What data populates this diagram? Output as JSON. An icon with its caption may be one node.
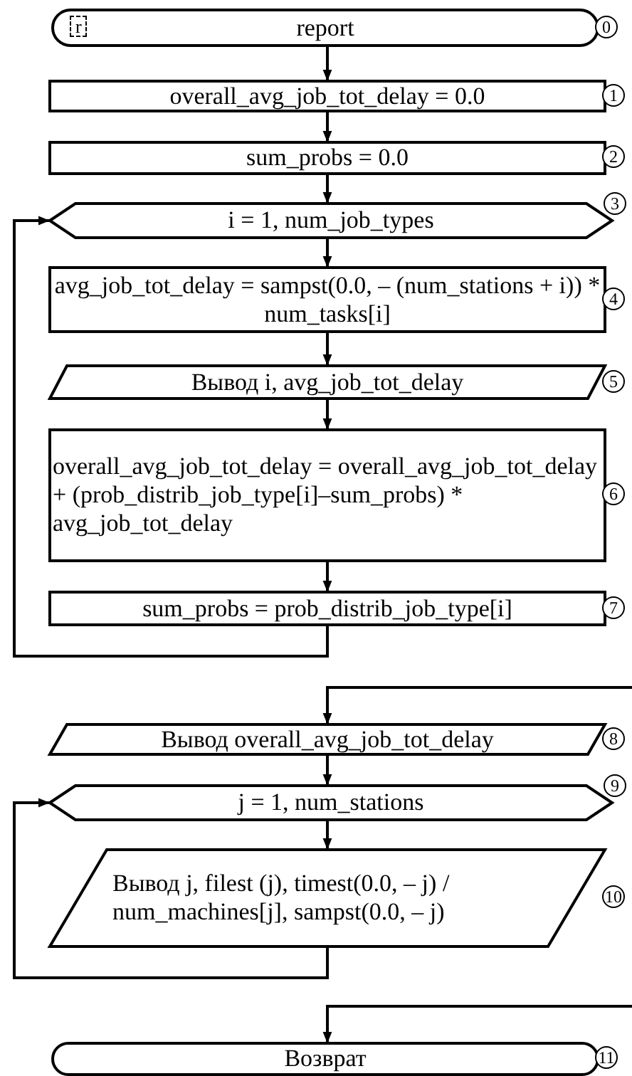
{
  "diagram": {
    "nodes": [
      {
        "text": [
          "r",
          "report"
        ],
        "beside": [
          "0"
        ]
      },
      {
        "text": [
          "overall_avg_job_tot_delay = 0.0"
        ],
        "beside": [
          "1"
        ]
      },
      {
        "text": [
          "sum_probs = 0.0"
        ],
        "beside": [
          "2"
        ]
      },
      {
        "text": [
          "i = 1, num_job_types"
        ],
        "beside": [
          "3"
        ]
      },
      {
        "text": [
          "avg_job_tot_delay = sampst(0.0, – (num_stations + i)) * num_tasks[i]"
        ],
        "beside": [
          "4"
        ]
      },
      {
        "text": [
          "Вывод i, avg_job_tot_delay"
        ],
        "beside": [
          "5"
        ]
      },
      {
        "text": [
          "overall_avg_job_tot_delay = overall_avg_job_tot_delay + (prob_distrib_job_type[i]–sum_probs) * avg_job_tot_delay"
        ],
        "beside": [
          "6"
        ]
      },
      {
        "text": [
          "sum_probs = prob_distrib_job_type[i]"
        ],
        "beside": [
          "7"
        ]
      },
      {
        "text": [
          "Вывод overall_avg_job_tot_delay"
        ],
        "beside": [
          "8"
        ]
      },
      {
        "text": [
          "j = 1, num_stations"
        ],
        "beside": [
          "9"
        ]
      },
      {
        "text": [
          "Вывод j, filest (j), timest(0.0, – j) / num_machines[j], sampst(0.0, – j)"
        ],
        "beside": [
          "10"
        ]
      },
      {
        "text": [
          "Возврат"
        ],
        "beside": [
          "11"
        ]
      }
    ],
    "edges": [
      {
        "from": 0,
        "to": 1,
        "arrow": "to"
      },
      {
        "from": 1,
        "to": 2,
        "arrow": "to"
      },
      {
        "from": 2,
        "to": 3,
        "arrow": "to"
      },
      {
        "from": 3,
        "to": 4,
        "arrow": "to"
      },
      {
        "from": 4,
        "to": 5,
        "arrow": "to"
      },
      {
        "from": 5,
        "to": 6,
        "arrow": "to"
      },
      {
        "from": 6,
        "to": 7,
        "arrow": "to"
      },
      {
        "from": 7,
        "to": 3,
        "arrow": "to"
      },
      {
        "from": null,
        "to": 8,
        "arrow": "to"
      },
      {
        "from": 8,
        "to": 9,
        "arrow": "to"
      },
      {
        "from": 9,
        "to": 10,
        "arrow": "to"
      },
      {
        "from": 10,
        "to": 9,
        "arrow": "to"
      },
      {
        "from": null,
        "to": 11,
        "arrow": "to"
      }
    ]
  }
}
